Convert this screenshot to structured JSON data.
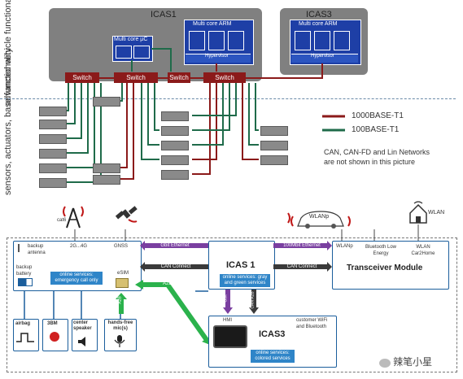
{
  "top": {
    "side_label_1": "advanced vehicle functionality",
    "side_label_2": "sensors, actuators, base functionality",
    "icas1_title": "ICAS1",
    "icas3_title": "ICAS3",
    "multicore_uc": "Multi core µC",
    "multicore_arm": "Multi core ARM",
    "hypervisor": "Hypervisor",
    "switch_label": "Switch",
    "legend_1000": "1000BASE-T1",
    "legend_100": "100BASE-T1",
    "can_note_line1": "CAN, CAN-FD and Lin Networks",
    "can_note_line2": "are not shown in this picture"
  },
  "bottom": {
    "cat6": "cat6",
    "wlanp_car": "WLANp",
    "wlan_house": "WLAN",
    "backup_antenna": "backup antenna",
    "band": "2G...4G",
    "gnss": "GNSS",
    "backup_battery": "backup battery",
    "esim": "eSIM",
    "online_emergency": "online services: emergency call only",
    "gbit": "Gbit Ethernet",
    "can_connect": "CAN Connect",
    "mbit": "100Mbit Ethernet",
    "icas1": "ICAS 1",
    "icas1_services": "online services: gray and green services",
    "wlanp": "WLANp",
    "bt": "Bluetooth Low Energy",
    "wlan_c2h": "WLAN Car2Home",
    "transceiver": "Transceiver Module",
    "a2b": "A2B",
    "gbit_short": "Gbit",
    "can_a2b": "CAN A2B",
    "hmi": "HMI",
    "icas3": "ICAS3",
    "icas3_services": "online services: colored services",
    "customer_wifi": "customer WiFi and Bluetooth",
    "airbag": "airbag",
    "dial": "3BM",
    "speaker": "center speaker",
    "mic": "hands-free mic(s)"
  },
  "watermark": "辣笔小星",
  "colors": {
    "gig": "#8b1a1a",
    "fast": "#1f6b4a",
    "icas_gray": "#7f7f7f",
    "cpu_blue": "#1e3fa6",
    "a2b_green": "#2bb24c",
    "gbit_purple": "#7a3fa0",
    "blue_frame": "#1b5e9c"
  }
}
